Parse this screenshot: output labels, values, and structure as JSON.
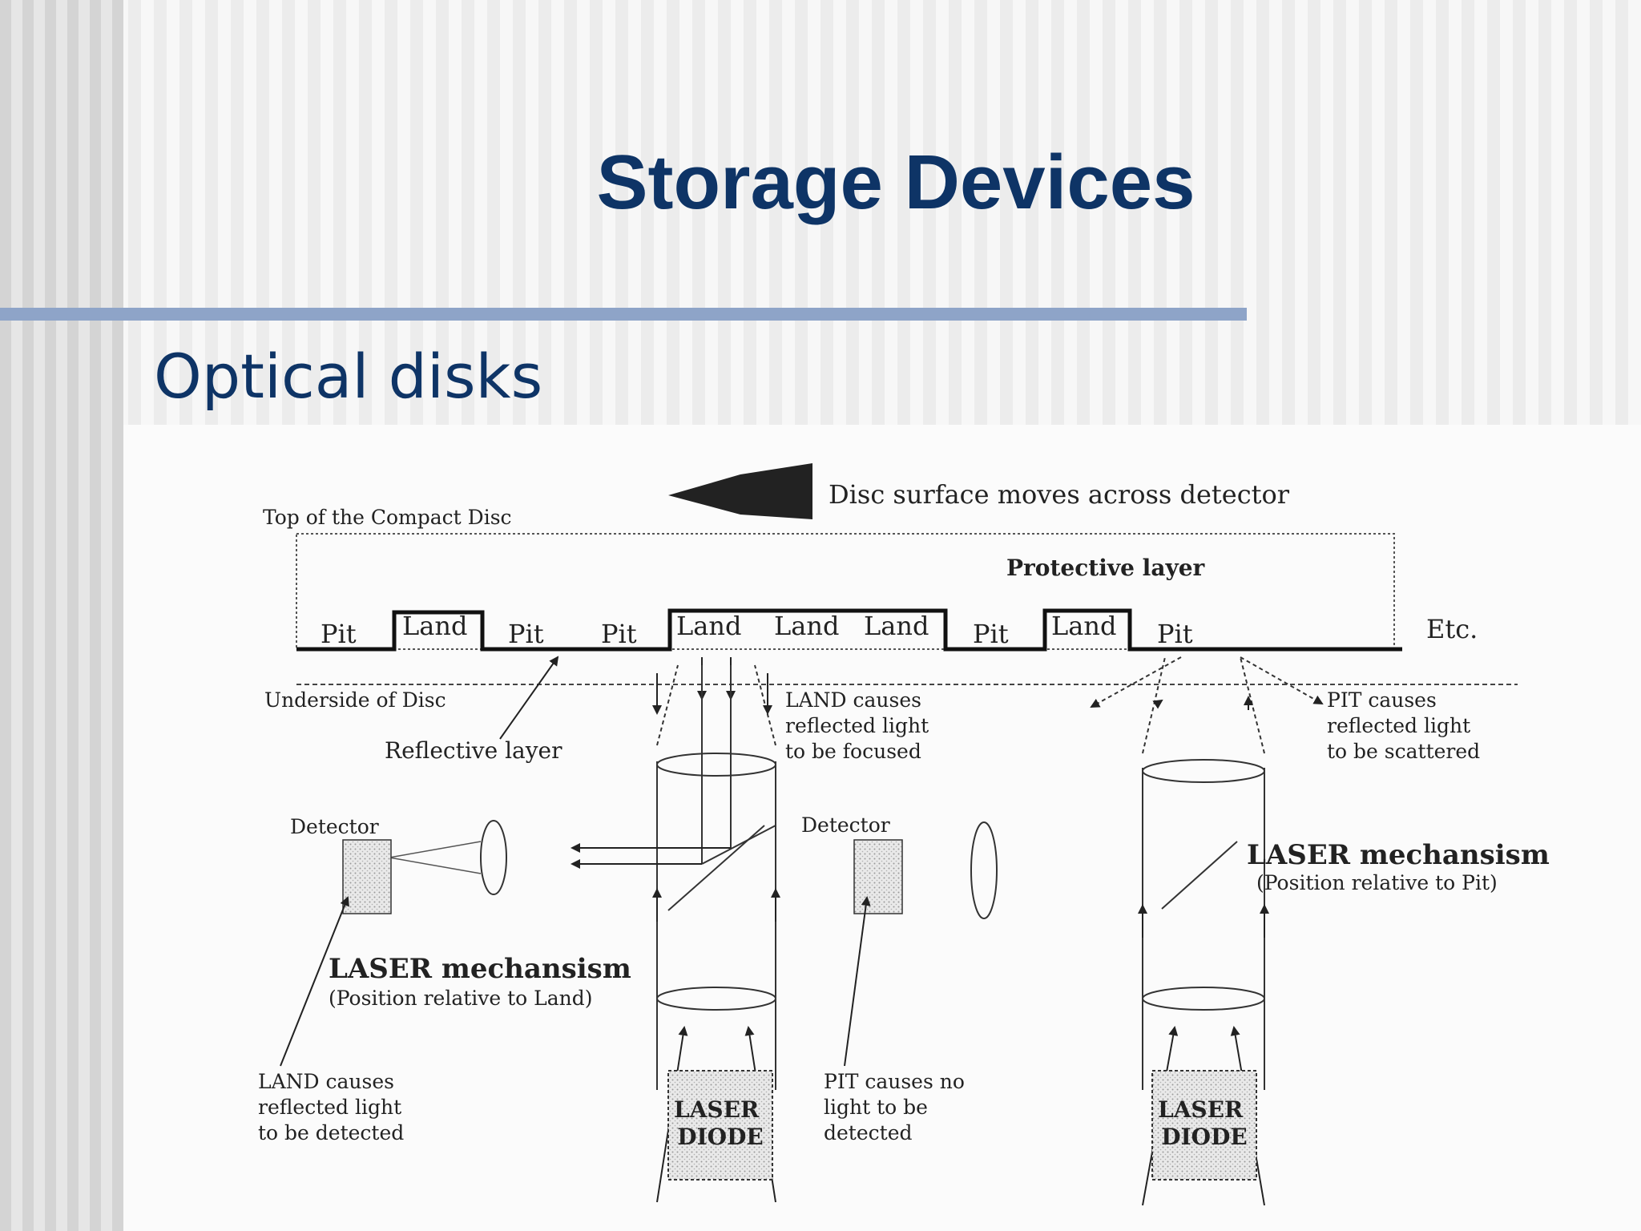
{
  "slide": {
    "title": "Storage Devices",
    "subtitle": "Optical disks"
  },
  "diagram": {
    "direction_label": "Disc surface moves across detector",
    "top_label": "Top of the Compact Disc",
    "protective_label": "Protective layer",
    "surface_segments": [
      "Pit",
      "Land",
      "Pit",
      "Pit",
      "Land",
      "Land",
      "Land",
      "Pit",
      "Land",
      "Pit"
    ],
    "etc_label": "Etc.",
    "underside_label": "Underside of Disc",
    "reflective_label": "Reflective layer",
    "land_focus_lines": [
      "LAND causes",
      "reflected light",
      "to be focused"
    ],
    "pit_scatter_lines": [
      "PIT causes",
      "reflected light",
      "to be scattered"
    ],
    "detector_left_label": "Detector",
    "detector_right_label": "Detector",
    "laser_land_title": "LASER mechansism",
    "laser_land_sub": "(Position relative to Land)",
    "laser_pit_title": "LASER mechansism",
    "laser_pit_sub": "(Position relative to Pit)",
    "land_detect_lines": [
      "LAND causes",
      "reflected light",
      "to be detected"
    ],
    "pit_nolight_lines": [
      "PIT causes no",
      "light to be",
      "detected"
    ],
    "diode_left_lines": [
      "LASER",
      "DIODE"
    ],
    "diode_right_lines": [
      "LASER",
      "DIODE"
    ]
  }
}
